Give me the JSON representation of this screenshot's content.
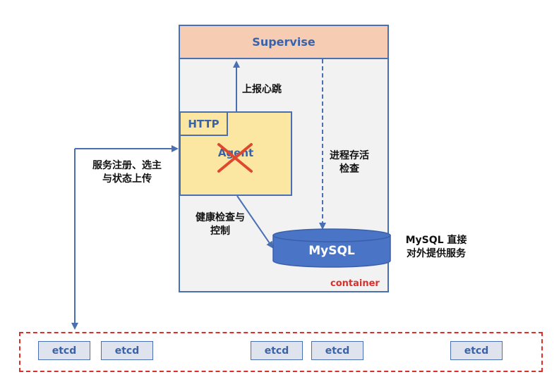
{
  "supervise": {
    "label": "Supervise"
  },
  "http": {
    "label": "HTTP"
  },
  "agent": {
    "label": "Agent"
  },
  "mysql": {
    "label": "MySQL"
  },
  "container": {
    "label": "container"
  },
  "labels": {
    "heartbeat": "上报心跳",
    "process_check_1": "进程存活",
    "process_check_2": "检查",
    "register_1": "服务注册、选主",
    "register_2": "与状态上传",
    "health_1": "健康检查与",
    "health_2": "控制",
    "mysql_ext_1": "MySQL 直接",
    "mysql_ext_2": "对外提供服务"
  },
  "etcd_nodes": [
    "etcd",
    "etcd",
    "etcd",
    "etcd",
    "etcd"
  ],
  "colors": {
    "border_blue": "#4a6fb3",
    "supervise_fill": "#f6cdb2",
    "agent_fill": "#fbe7a1",
    "mysql_fill": "#4a74c6",
    "cross_red": "#e0472f",
    "dashed_red": "#d9302c"
  }
}
